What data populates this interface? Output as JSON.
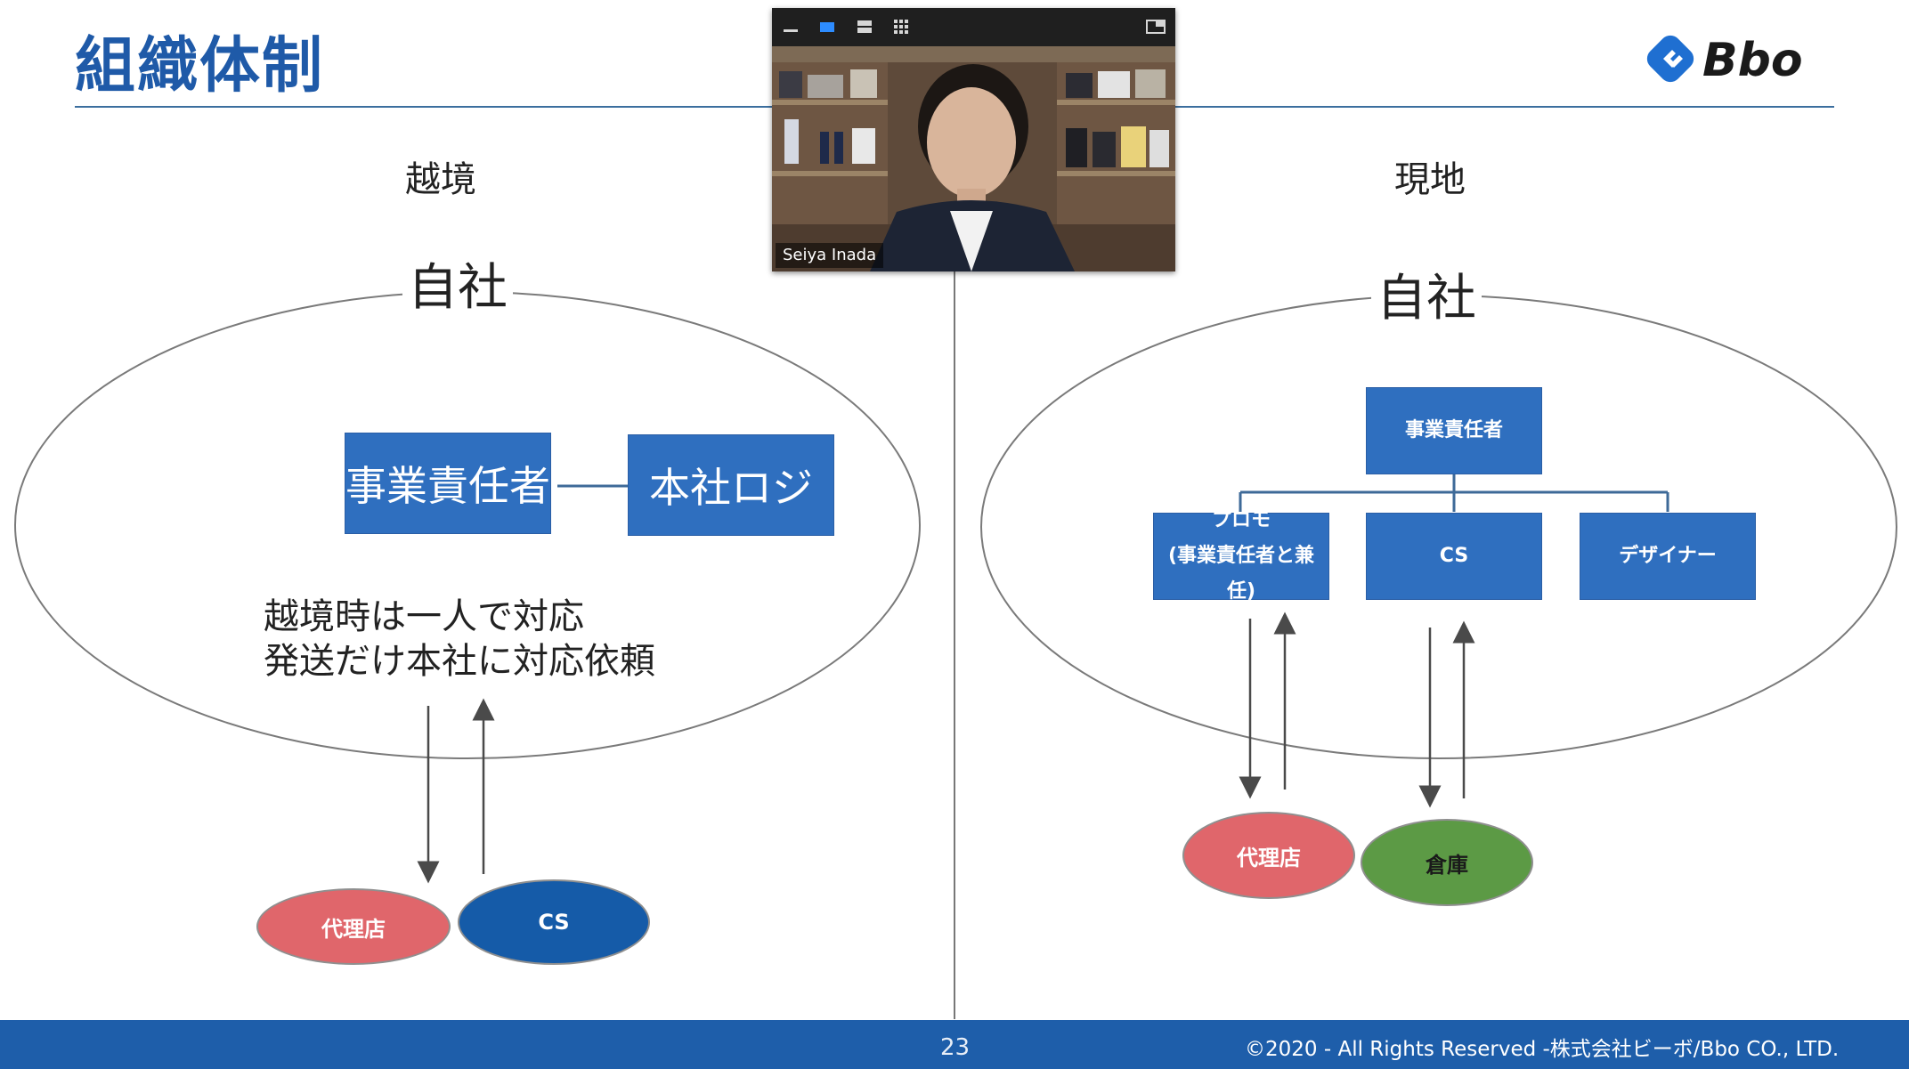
{
  "slide": {
    "title": "組織体制",
    "logo_text": "Bbo",
    "left": {
      "heading": "越境",
      "company": "自社",
      "box_manager": "事業責任者",
      "box_logistics": "本社ロジ",
      "note_line1": "越境時は一人で対応",
      "note_line2": "発送だけ本社に対応依頼",
      "agency": "代理店",
      "cs": "CS"
    },
    "right": {
      "heading": "現地",
      "company": "自社",
      "box_manager": "事業責任者",
      "box_promo_line1": "プロモ",
      "box_promo_line2": "(事業責任者と兼任)",
      "box_cs": "CS",
      "box_designer": "デザイナー",
      "agency": "代理店",
      "warehouse": "倉庫"
    },
    "footer": {
      "page_number": "23",
      "copyright": "©2020 - All Rights Reserved -株式会社ビーボ/Bbo CO., LTD."
    }
  },
  "video": {
    "participant_name": "Seiya Inada",
    "toolbar_icons": [
      "minimize-icon",
      "single-view-icon",
      "stacked-view-icon",
      "grid-view-icon",
      "exit-fullscreen-icon"
    ]
  },
  "colors": {
    "title": "#1f5aa8",
    "box": "#2f6fbf",
    "agency": "#e0666b",
    "cs": "#155ba8",
    "warehouse": "#5c9a45",
    "footer": "#1e5eaa"
  }
}
